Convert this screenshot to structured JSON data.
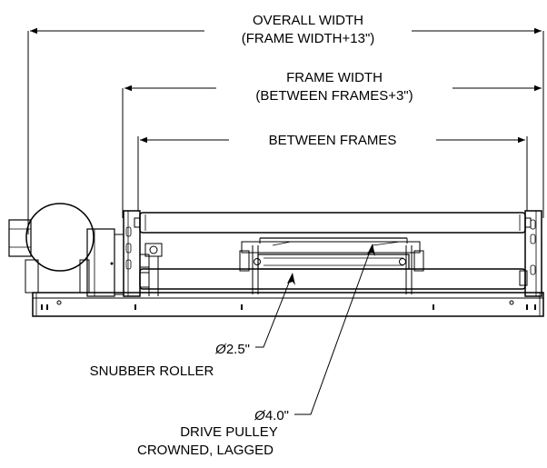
{
  "dimensions": {
    "overall_width": {
      "line1": "OVERALL WIDTH",
      "line2": "(FRAME WIDTH+13\")"
    },
    "frame_width": {
      "line1": "FRAME WIDTH",
      "line2": "(BETWEEN FRAMES+3\")"
    },
    "between_frames": {
      "label": "BETWEEN FRAMES"
    }
  },
  "callouts": {
    "snubber_roller": {
      "diameter": "2.5\"",
      "name": "SNUBBER ROLLER"
    },
    "drive_pulley": {
      "diameter": "4.0\"",
      "line1": "DRIVE PULLEY",
      "line2": "CROWNED, LAGGED"
    }
  },
  "symbols": {
    "diameter": "Ø"
  }
}
